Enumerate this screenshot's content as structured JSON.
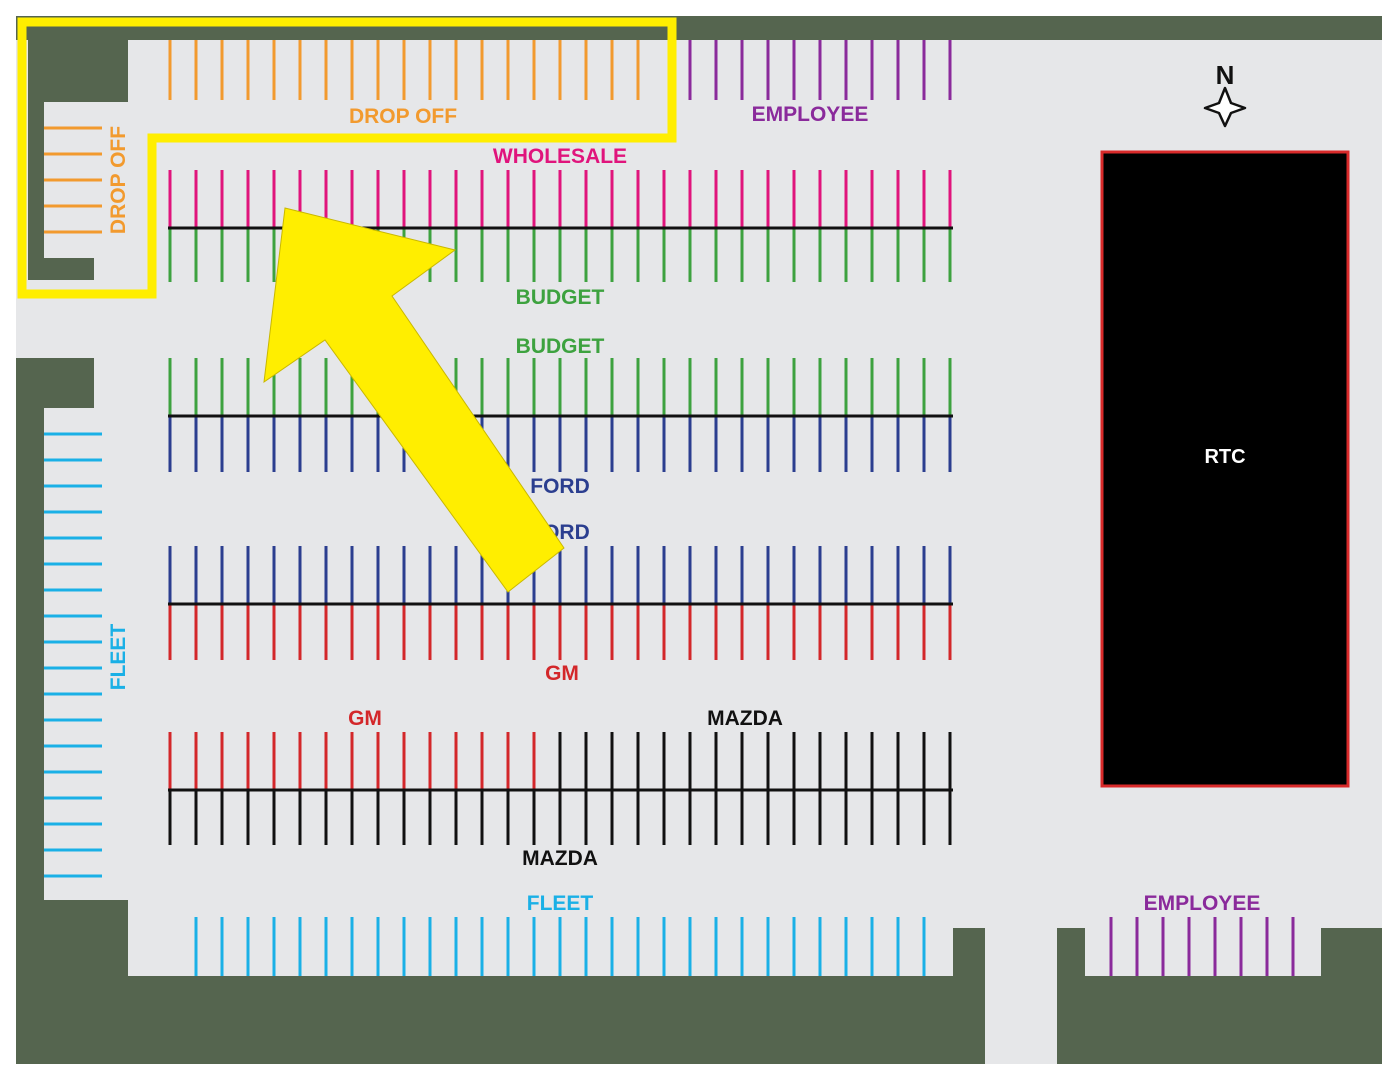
{
  "map": {
    "colors": {
      "ground": "#55654f",
      "pavement": "#e6e7e9",
      "drop_off": "#f29a2e",
      "employee": "#8a2a9b",
      "wholesale": "#e0147c",
      "budget": "#3da23f",
      "ford": "#2b3e8f",
      "gm": "#d3272a",
      "mazda": "#111111",
      "fleet": "#1ab0e6",
      "highlight": "#ffee00",
      "building": "#000000",
      "building_border": "#d92a2a",
      "center_line": "#111111"
    },
    "labels": {
      "drop_off_top": "DROP OFF",
      "drop_off_side": "DROP OFF",
      "employee_top": "EMPLOYEE",
      "wholesale": "WHOLESALE",
      "budget_1": "BUDGET",
      "budget_2": "BUDGET",
      "ford_1": "FORD",
      "ford_2": "FORD",
      "gm_1": "GM",
      "gm_2": "GM",
      "mazda_1": "MAZDA",
      "mazda_2": "MAZDA",
      "fleet_side": "FLEET",
      "fleet_bottom": "FLEET",
      "employee_bottom": "EMPLOYEE",
      "building": "RTC",
      "north": "N"
    },
    "icons": {
      "compass": "compass-star-icon",
      "arrow": "highlight-arrow-icon"
    }
  }
}
